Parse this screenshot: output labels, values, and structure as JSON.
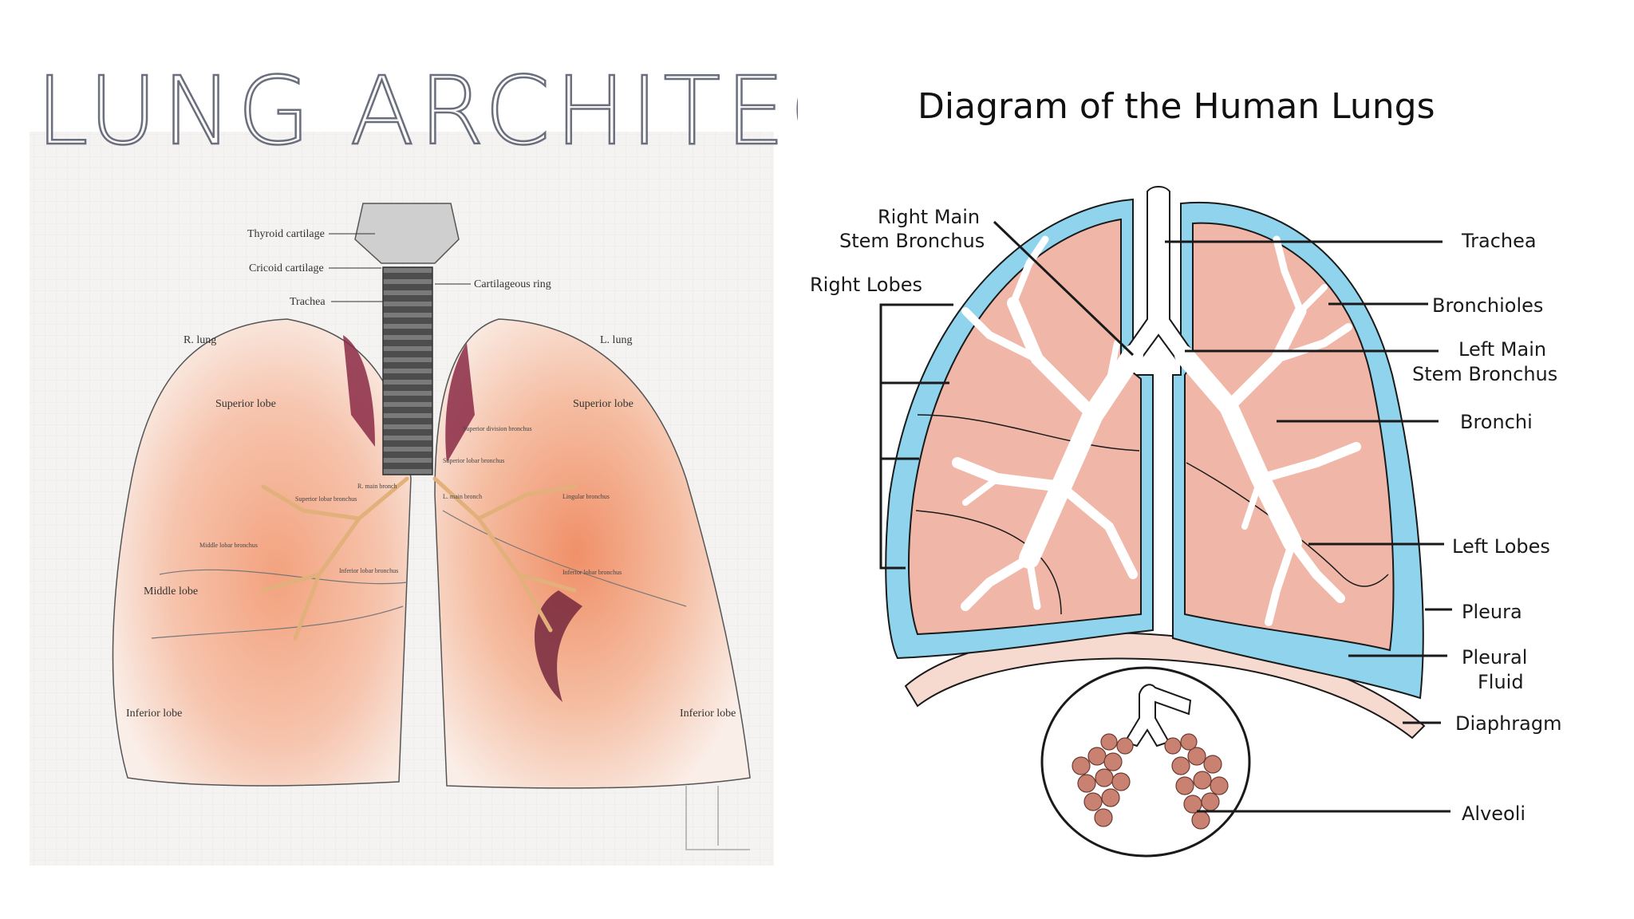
{
  "left": {
    "title": "LUNG ARCHITECTURE",
    "labels": {
      "thyroid": "Thyroid cartilage",
      "cricoid": "Cricoid cartilage",
      "cart_ring": "Cartilageous ring",
      "trachea": "Trachea",
      "r_lung": "R. lung",
      "l_lung": "L. lung",
      "sup_lobe_r": "Superior lobe",
      "sup_lobe_l": "Superior lobe",
      "middle_lobe": "Middle lobe",
      "inf_lobe_r": "Inferior lobe",
      "inf_lobe_l": "Inferior lobe",
      "sup_lobar_bronchus": "Superior lobar bronchus",
      "r_main_bronch": "R. main bronch",
      "middle_lobar": "Middle lobar bronchus",
      "inferior_lobar": "Inferior lobar bronchus",
      "sup_div_bronchus": "Superior division bronchus",
      "sup_lobar_bronchus_l": "Superior lobar bronchus",
      "l_main_bronch": "L. main bronch",
      "lingular": "Lingular bronchus",
      "inferior_lobar_l": "Inferior lobar bronchus"
    }
  },
  "right": {
    "title": "Diagram of the Human Lungs",
    "labels": {
      "right_main_1": "Right Main",
      "right_main_2": "Stem Bronchus",
      "right_lobes": "Right Lobes",
      "trachea": "Trachea",
      "bronchioles": "Bronchioles",
      "left_main_1": "Left Main",
      "left_main_2": "Stem Bronchus",
      "bronchi": "Bronchi",
      "left_lobes": "Left Lobes",
      "pleura": "Pleura",
      "pleural_fluid_1": "Pleural",
      "pleural_fluid_2": "Fluid",
      "diaphragm": "Diaphragm",
      "alveoli": "Alveoli"
    },
    "colors": {
      "lung_fill": "#f0b7a8",
      "pleura_fill": "#8fd3ec",
      "diaphragm_fill": "#f6d9cf",
      "outline": "#1a1a1a"
    }
  }
}
